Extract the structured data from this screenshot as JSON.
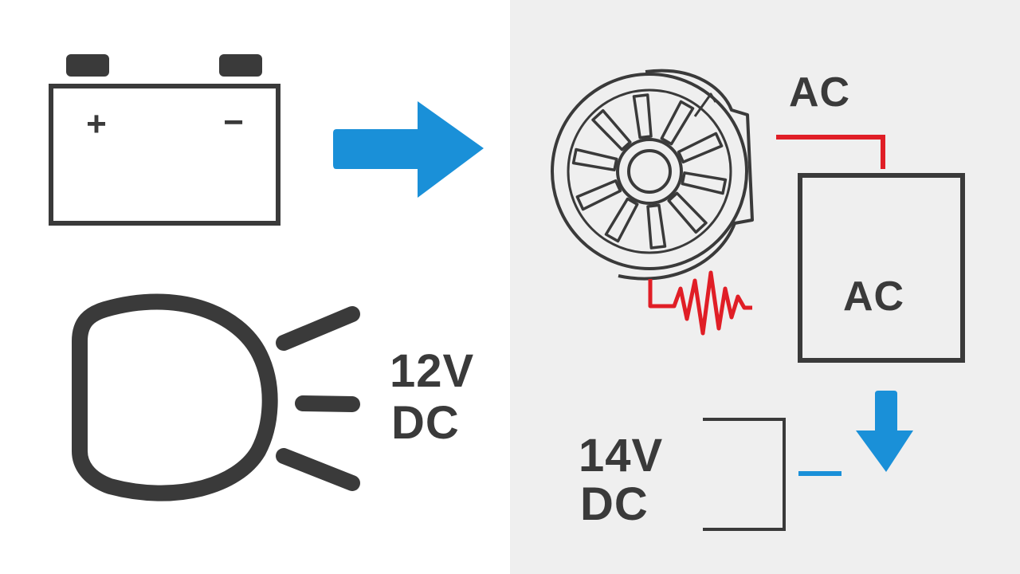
{
  "colors": {
    "left_background": "#ffffff",
    "right_background": "#efefef",
    "stroke": "#3a3a3a",
    "accent_blue": "#1a90d8",
    "accent_red": "#e01e26"
  },
  "icons": {
    "battery": "battery-icon",
    "arrow_right": "arrow-right-icon",
    "headlight": "headlight-icon",
    "alternator": "alternator-icon",
    "ac_waveform": "ac-waveform-icon",
    "arrow_down": "arrow-down-icon"
  },
  "battery": {
    "positive": "+",
    "negative": "−"
  },
  "left": {
    "voltage_line1": "12V",
    "voltage_line2": "DC"
  },
  "right": {
    "ac_top_label": "AC",
    "ac_box_label": "AC",
    "voltage_line1": "14V",
    "voltage_line2": "DC"
  }
}
